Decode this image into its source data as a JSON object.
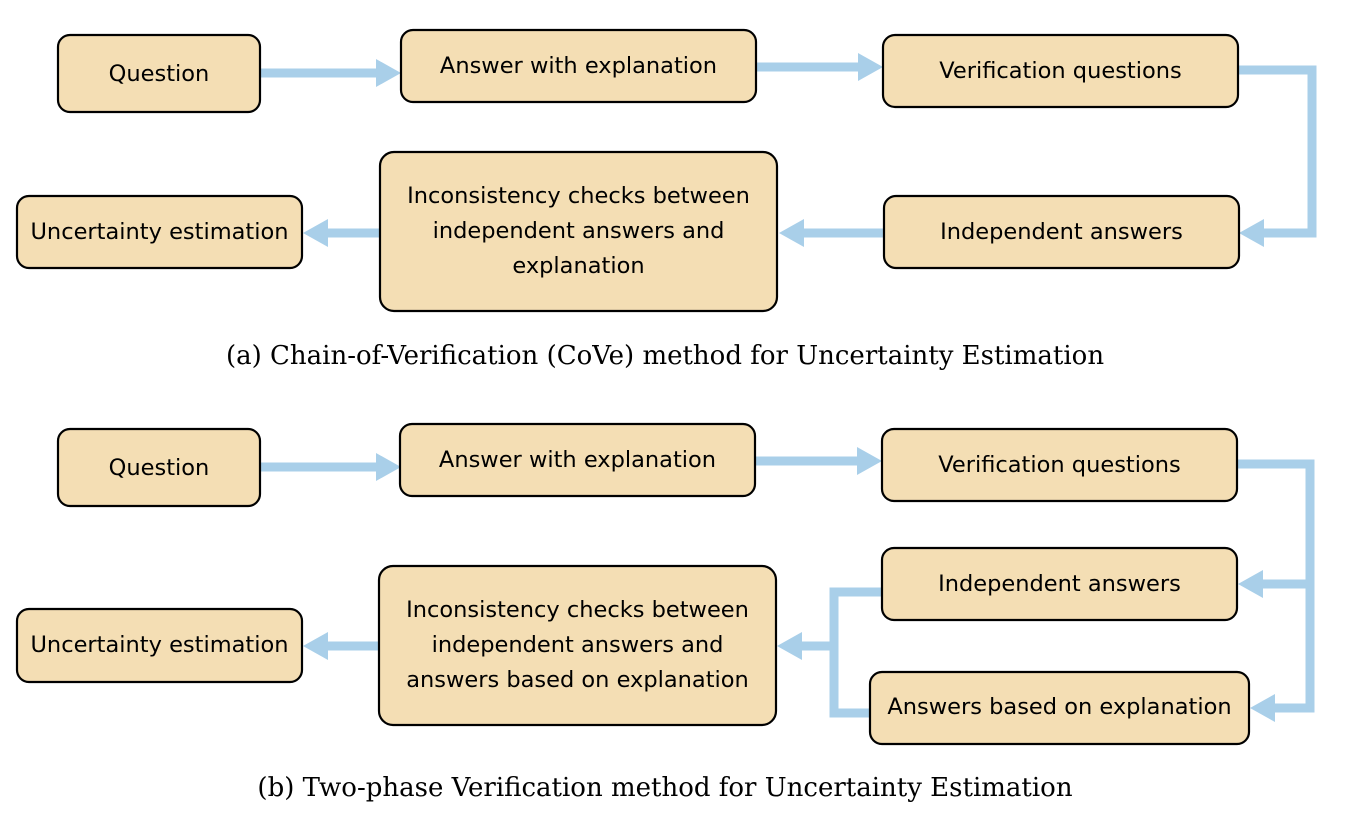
{
  "colors": {
    "box_fill": "#f4deb4",
    "box_border": "#000000",
    "arrow": "#a9cfe9"
  },
  "diagram_a": {
    "caption": "(a) Chain-of-Verification (CoVe) method for Uncertainty Estimation",
    "question": "Question",
    "answer_with_explanation": "Answer with explanation",
    "verification_questions": "Verification questions",
    "independent_answers": "Independent answers",
    "inconsistency_checks": [
      "Inconsistency checks between",
      "independent answers and",
      "explanation"
    ],
    "uncertainty_estimation": "Uncertainty estimation"
  },
  "diagram_b": {
    "caption": "(b) Two-phase Verification method for Uncertainty Estimation",
    "question": "Question",
    "answer_with_explanation": "Answer with explanation",
    "verification_questions": "Verification questions",
    "independent_answers": "Independent answers",
    "answers_based_on_explanation": "Answers based on explanation",
    "inconsistency_checks": [
      "Inconsistency checks between",
      "independent answers and",
      "answers based on explanation"
    ],
    "uncertainty_estimation": "Uncertainty estimation"
  }
}
